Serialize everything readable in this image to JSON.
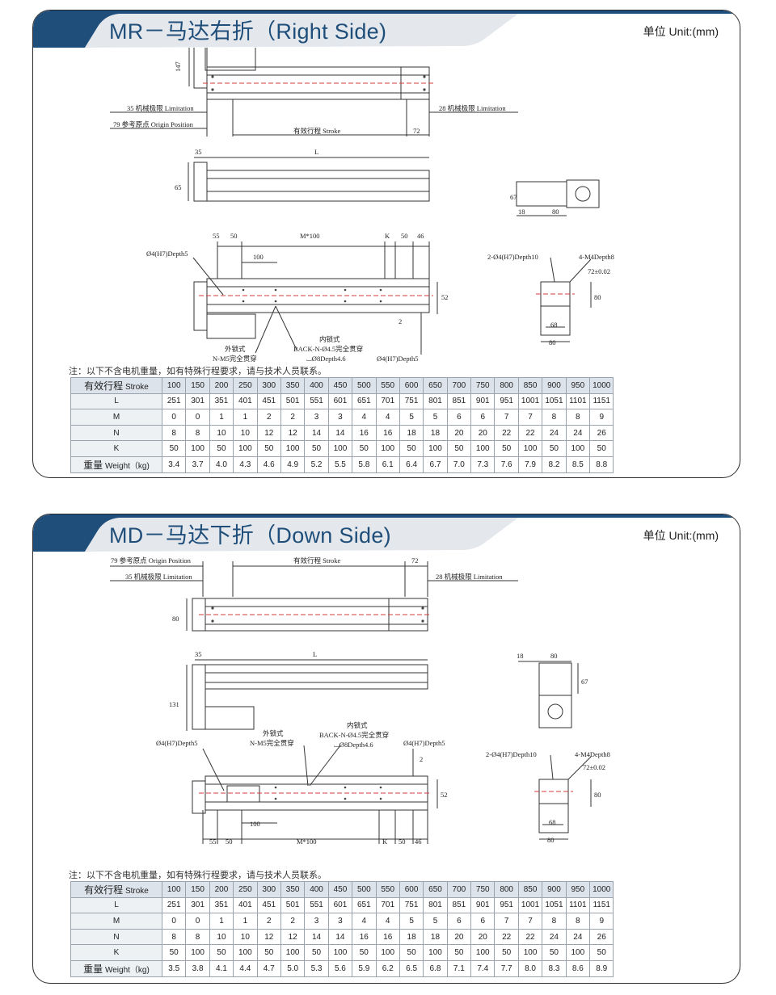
{
  "sections": [
    {
      "title": "MR－马达右折（Right Side)",
      "unit": "单位 Unit:(mm)",
      "labels": {
        "dim147": "147",
        "lim35": "35 机械极限 Limitation",
        "lim28": "28 机械极限 Limitation",
        "origin79": "79 参考原点 Origin Position",
        "stroke": "有效行程 Stroke",
        "d72": "72",
        "d35": "35",
        "L": "L",
        "d65": "65",
        "d67": "67",
        "d18": "18",
        "d80": "80",
        "d55": "55",
        "d50": "50",
        "M100": "M*100",
        "K": "K",
        "d50b": "50",
        "d46": "46",
        "d100": "100",
        "hole1": "Ø4(H7)Depth5",
        "hole2": "Ø4(H7)Depth5",
        "d52": "52",
        "d2": "2",
        "outer1": "外锁式",
        "outer2": "N-M5完全贯穿",
        "inner1": "内锁式",
        "inner2": "BACK-N-Ø4.5完全贯穿",
        "inner3": "⌴Ø8Depth4.6",
        "side1": "2-Ø4(H7)Depth10",
        "side2": "4-M4Depth8",
        "side3": "72±0.02",
        "side4": "68",
        "side5": "80",
        "side6": "80"
      },
      "note": "注：以下不含电机重量，如有特殊行程要求，请与技术人员联系。",
      "table": {
        "stroke_label_cn": "有效行程",
        "stroke_label_en": "Stroke",
        "strokes": [
          "100",
          "150",
          "200",
          "250",
          "300",
          "350",
          "400",
          "450",
          "500",
          "550",
          "600",
          "650",
          "700",
          "750",
          "800",
          "850",
          "900",
          "950",
          "1000"
        ],
        "rows": [
          {
            "label": "L",
            "values": [
              "251",
              "301",
              "351",
              "401",
              "451",
              "501",
              "551",
              "601",
              "651",
              "701",
              "751",
              "801",
              "851",
              "901",
              "951",
              "1001",
              "1051",
              "1101",
              "1151"
            ]
          },
          {
            "label": "M",
            "values": [
              "0",
              "0",
              "1",
              "1",
              "2",
              "2",
              "3",
              "3",
              "4",
              "4",
              "5",
              "5",
              "6",
              "6",
              "7",
              "7",
              "8",
              "8",
              "9"
            ]
          },
          {
            "label": "N",
            "values": [
              "8",
              "8",
              "10",
              "10",
              "12",
              "12",
              "14",
              "14",
              "16",
              "16",
              "18",
              "18",
              "20",
              "20",
              "22",
              "22",
              "24",
              "24",
              "26"
            ]
          },
          {
            "label": "K",
            "values": [
              "50",
              "100",
              "50",
              "100",
              "50",
              "100",
              "50",
              "100",
              "50",
              "100",
              "50",
              "100",
              "50",
              "100",
              "50",
              "100",
              "50",
              "100",
              "50"
            ]
          }
        ],
        "weight_label_cn": "重量",
        "weight_label_en": "Weight（kg)",
        "weights": [
          "3.4",
          "3.7",
          "4.0",
          "4.3",
          "4.6",
          "4.9",
          "5.2",
          "5.5",
          "5.8",
          "6.1",
          "6.4",
          "6.7",
          "7.0",
          "7.3",
          "7.6",
          "7.9",
          "8.2",
          "8.5",
          "8.8"
        ]
      }
    },
    {
      "title": "MD－马达下折（Down Side)",
      "unit": "单位 Unit:(mm)",
      "labels": {
        "origin79": "79 参考原点 Origin Position",
        "stroke": "有效行程 Stroke",
        "d72": "72",
        "lim35": "35 机械极限 Limitation",
        "lim28": "28 机械极限 Limitation",
        "d80": "80",
        "d35": "35",
        "L": "L",
        "d131": "131",
        "d18": "18",
        "d80b": "80",
        "d67": "67",
        "outer1": "外锁式",
        "outer2": "N-M5完全贯穿",
        "inner1": "内锁式",
        "inner2": "BACK-N-Ø4.5完全贯穿",
        "inner3": "⌴Ø8Depth4.6",
        "hole1": "Ø4(H7)Depth5",
        "hole2": "Ø4(H7)Depth5",
        "d2": "2",
        "d52": "52",
        "d100": "100",
        "d55": "55",
        "d50": "50",
        "M100": "M*100",
        "K": "K",
        "d50b": "50",
        "d46": "46",
        "side1": "2-Ø4(H7)Depth10",
        "side2": "4-M4Depth8",
        "side3": "72±0.02",
        "side4": "68",
        "side5": "80",
        "side6": "80"
      },
      "note": "注：以下不含电机重量，如有特殊行程要求，请与技术人员联系。",
      "table": {
        "stroke_label_cn": "有效行程",
        "stroke_label_en": "Stroke",
        "strokes": [
          "100",
          "150",
          "200",
          "250",
          "300",
          "350",
          "400",
          "450",
          "500",
          "550",
          "600",
          "650",
          "700",
          "750",
          "800",
          "850",
          "900",
          "950",
          "1000"
        ],
        "rows": [
          {
            "label": "L",
            "values": [
              "251",
              "301",
              "351",
              "401",
              "451",
              "501",
              "551",
              "601",
              "651",
              "701",
              "751",
              "801",
              "851",
              "901",
              "951",
              "1001",
              "1051",
              "1101",
              "1151"
            ]
          },
          {
            "label": "M",
            "values": [
              "0",
              "0",
              "1",
              "1",
              "2",
              "2",
              "3",
              "3",
              "4",
              "4",
              "5",
              "5",
              "6",
              "6",
              "7",
              "7",
              "8",
              "8",
              "9"
            ]
          },
          {
            "label": "N",
            "values": [
              "8",
              "8",
              "10",
              "10",
              "12",
              "12",
              "14",
              "14",
              "16",
              "16",
              "18",
              "18",
              "20",
              "20",
              "22",
              "22",
              "24",
              "24",
              "26"
            ]
          },
          {
            "label": "K",
            "values": [
              "50",
              "100",
              "50",
              "100",
              "50",
              "100",
              "50",
              "100",
              "50",
              "100",
              "50",
              "100",
              "50",
              "100",
              "50",
              "100",
              "50",
              "100",
              "50"
            ]
          }
        ],
        "weight_label_cn": "重量",
        "weight_label_en": "Weight（kg)",
        "weights": [
          "3.5",
          "3.8",
          "4.1",
          "4.4",
          "4.7",
          "5.0",
          "5.3",
          "5.6",
          "5.9",
          "6.2",
          "6.5",
          "6.8",
          "7.1",
          "7.4",
          "7.7",
          "8.0",
          "8.3",
          "8.6",
          "8.9"
        ]
      }
    }
  ],
  "colors": {
    "header_dark": "#1f4e7a",
    "header_light": "#e4e8ec",
    "accent_line": "#d63b3b"
  }
}
